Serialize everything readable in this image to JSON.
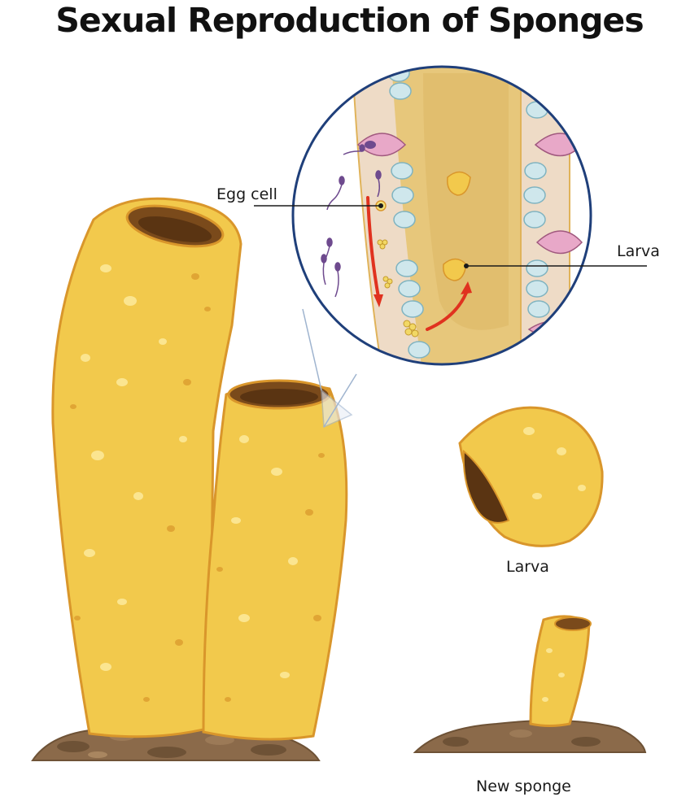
{
  "title": "Sexual Reproduction of Sponges",
  "labels": {
    "egg_cell": "Egg cell",
    "larva_inset": "Larva",
    "larva": "Larva",
    "new_sponge": "New sponge"
  },
  "colors": {
    "sponge_fill": "#F2C94C",
    "sponge_outline": "#D9962B",
    "sponge_spot": "#FBE590",
    "sponge_pore": "#B47B1E",
    "osculum": "#7A4A1B",
    "ground": "#8B6A4A",
    "ground_dark": "#6E5236",
    "inset_border": "#1F3F7A",
    "canal": "#E7C77B",
    "mesohyl": "#EEDBC6",
    "choanocyte": "#CFE7EC",
    "amoebocyte": "#E8A8C8",
    "sperm": "#6E4A8E",
    "arrow": "#E0321F"
  },
  "icons": [
    "large-sponge-icon",
    "small-sponge-icon",
    "larva-icon",
    "new-sponge-icon",
    "magnified-inset-icon",
    "sperm-icon",
    "choanocyte-icon",
    "flow-arrow-icon"
  ]
}
